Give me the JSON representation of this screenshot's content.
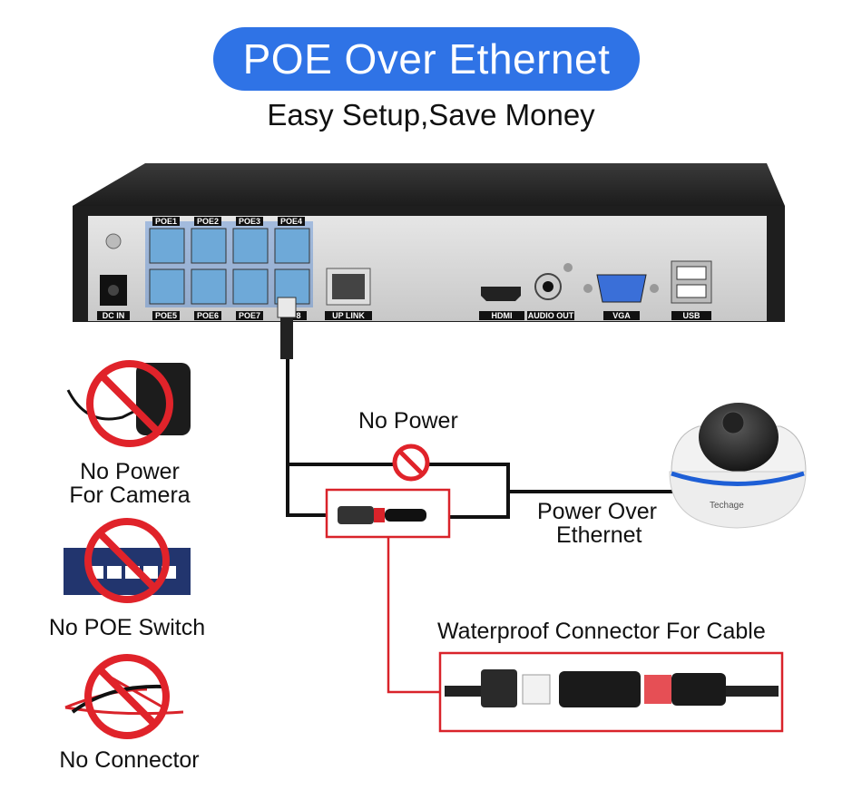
{
  "header": {
    "title": "POE Over Ethernet",
    "subtitle": "Easy Setup,Save Money"
  },
  "nvr": {
    "top_ports": [
      "POE1",
      "POE2",
      "POE3",
      "POE4"
    ],
    "bottom_ports": [
      "POE5",
      "POE6",
      "POE7",
      "8"
    ],
    "labels": {
      "dc_in": "DC IN",
      "uplink": "UP LINK",
      "hdmi": "HDMI",
      "audio_out": "AUDIO OUT",
      "vga": "VGA",
      "usb": "USB"
    }
  },
  "camera": {
    "brand": "Techage"
  },
  "diagram": {
    "no_power": "No Power",
    "power_over_line1": "Power Over",
    "power_over_line2": "Ethernet",
    "waterproof": "Waterproof Connector For Cable"
  },
  "left_items": [
    {
      "line1": "No Power",
      "line2": "For Camera"
    },
    {
      "line1": "No POE Switch"
    },
    {
      "line1": "No Connector"
    }
  ],
  "colors": {
    "accent_blue": "#2f73e6",
    "forbid_red": "#e0232a",
    "highlight_red": "#d9232a",
    "port_blue": "#b8d8f2"
  }
}
